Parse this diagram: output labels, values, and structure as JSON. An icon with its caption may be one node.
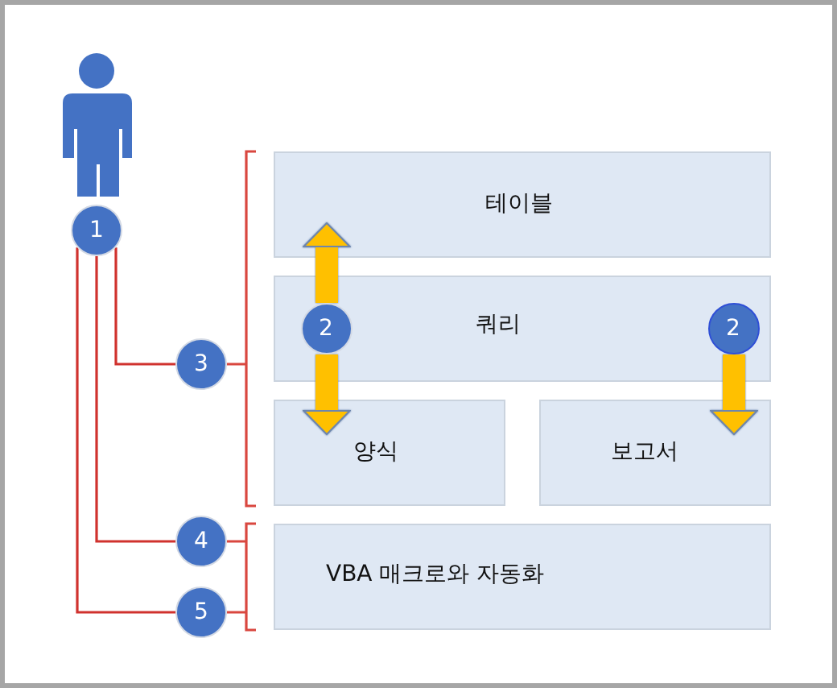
{
  "diagram": {
    "nodes": [
      {
        "text": [
          "1"
        ]
      },
      {
        "text": [
          "테이블"
        ]
      },
      {
        "text": [
          "쿼리"
        ]
      },
      {
        "text": [
          "2"
        ],
        "in": 2
      },
      {
        "text": [
          "2"
        ],
        "in": 2
      },
      {
        "text": [
          "3"
        ]
      },
      {
        "text": [
          "양식"
        ]
      },
      {
        "text": [
          "보고서"
        ]
      },
      {
        "text": [
          "4"
        ]
      },
      {
        "text": [
          "VBA 매크로와 자동화"
        ]
      },
      {
        "text": [
          "5"
        ]
      }
    ],
    "edges": [
      {
        "from": 0,
        "to": 5,
        "arrow": "none"
      },
      {
        "from": 0,
        "to": 8,
        "arrow": "none"
      },
      {
        "from": 0,
        "to": 10,
        "arrow": "none"
      },
      {
        "from": 3,
        "to": 1,
        "arrow": "to",
        "style": "thick",
        "color": "#ffc000"
      },
      {
        "from": 3,
        "to": 6,
        "arrow": "to",
        "style": "thick",
        "color": "#ffc000"
      },
      {
        "from": 4,
        "to": 7,
        "arrow": "to",
        "style": "thick",
        "color": "#ffc000"
      }
    ]
  }
}
